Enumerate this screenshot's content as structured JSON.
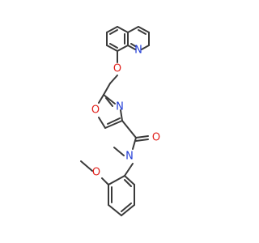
{
  "molecule": {
    "atoms": {
      "quinoline_n": "N",
      "ether_o": "O",
      "oxazole_o": "O",
      "oxazole_n": "N",
      "carbonyl_o": "O",
      "amide_n": "N",
      "methoxy_o": "O"
    },
    "colors": {
      "bond": "#3a3a3a",
      "nitrogen": "#1f3bd6",
      "oxygen": "#e0201b"
    }
  }
}
